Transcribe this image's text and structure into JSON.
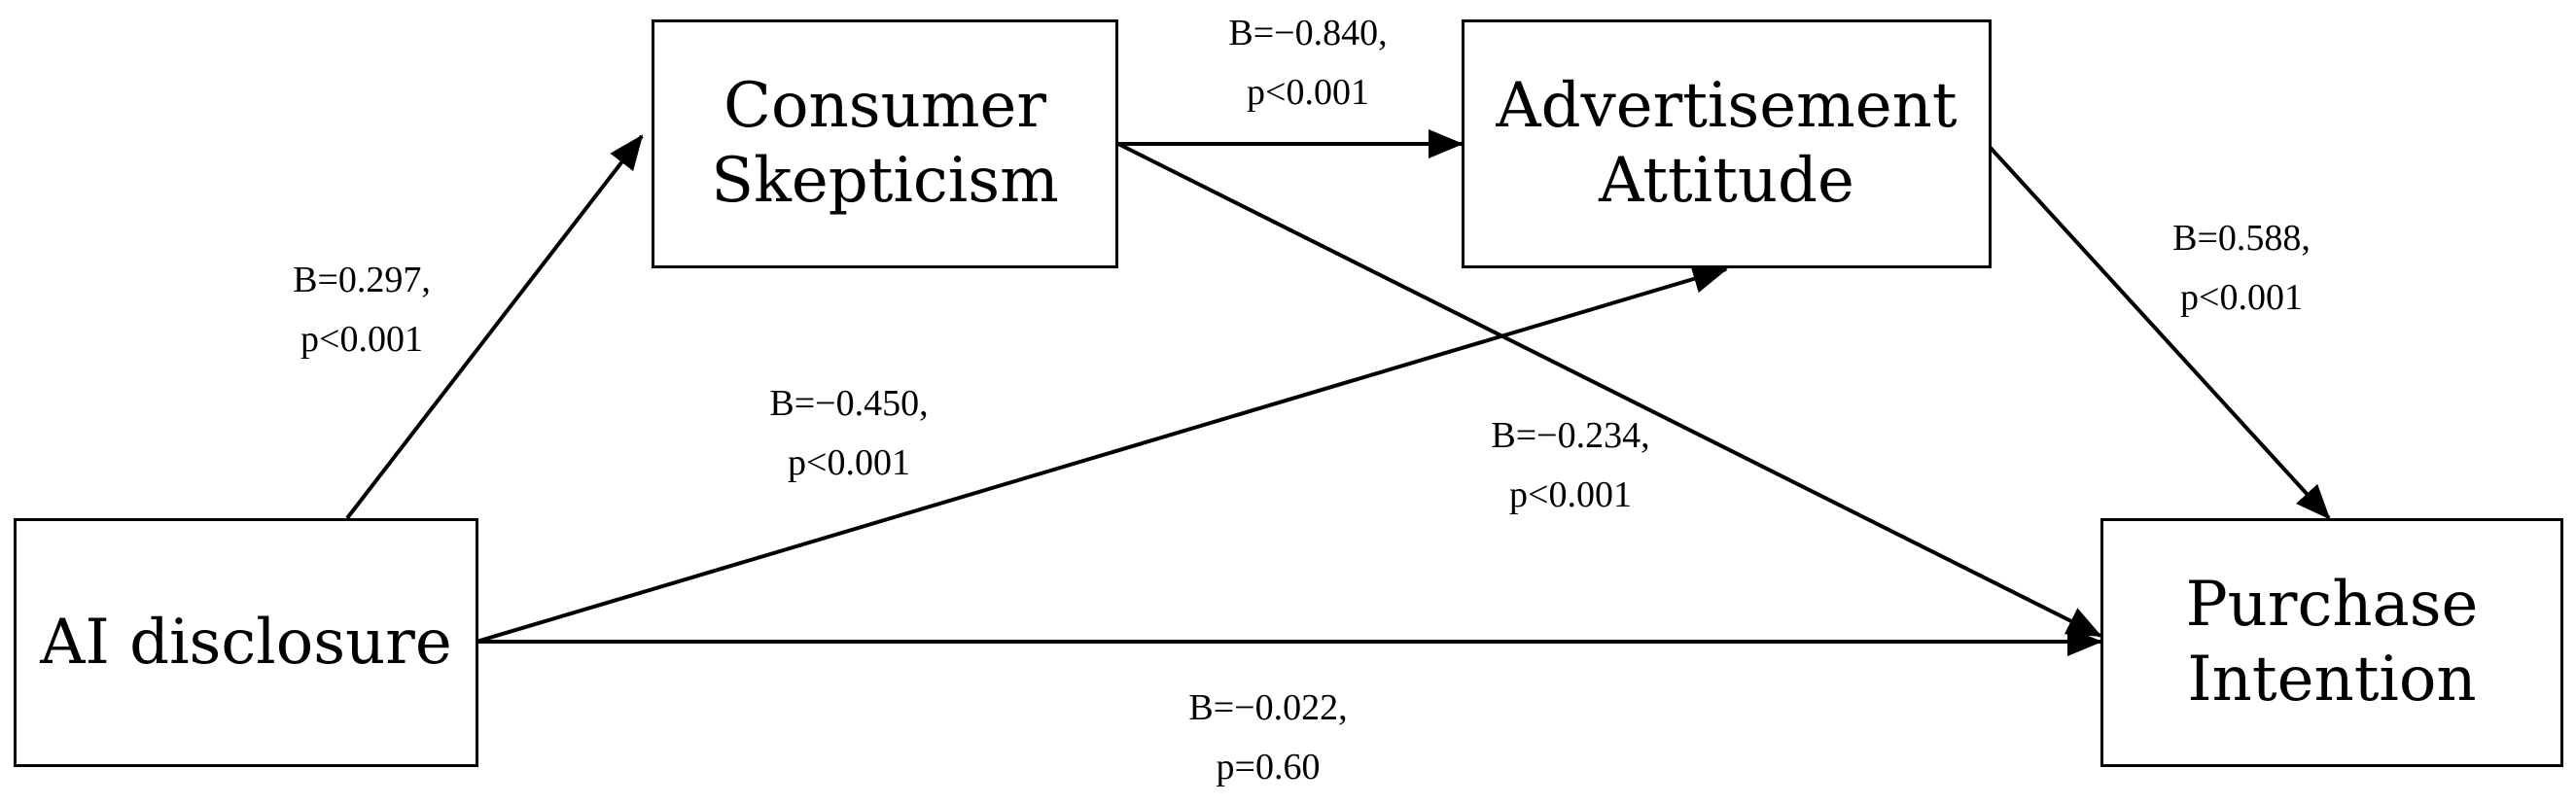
{
  "nodes": {
    "ai_disclosure": {
      "lines": [
        "AI disclosure"
      ]
    },
    "consumer_skepticism": {
      "lines": [
        "Consumer",
        "Skepticism"
      ]
    },
    "advertisement_attitude": {
      "lines": [
        "Advertisement",
        "Attitude"
      ]
    },
    "purchase_intention": {
      "lines": [
        "Purchase",
        "Intention"
      ]
    }
  },
  "paths": {
    "ai_to_skepticism": {
      "b": "B=0.297,",
      "p": "p<0.001"
    },
    "skepticism_to_attitude": {
      "b": "B=−0.840,",
      "p": "p<0.001"
    },
    "ai_to_attitude": {
      "b": "B=−0.450,",
      "p": "p<0.001"
    },
    "skepticism_to_intention": {
      "b": "B=−0.234,",
      "p": "p<0.001"
    },
    "attitude_to_intention": {
      "b": "B=0.588,",
      "p": "p<0.001"
    },
    "ai_to_intention": {
      "b": "B=−0.022,",
      "p": "p=0.60"
    }
  },
  "colors": {
    "stroke": "#000000",
    "background": "#ffffff"
  }
}
